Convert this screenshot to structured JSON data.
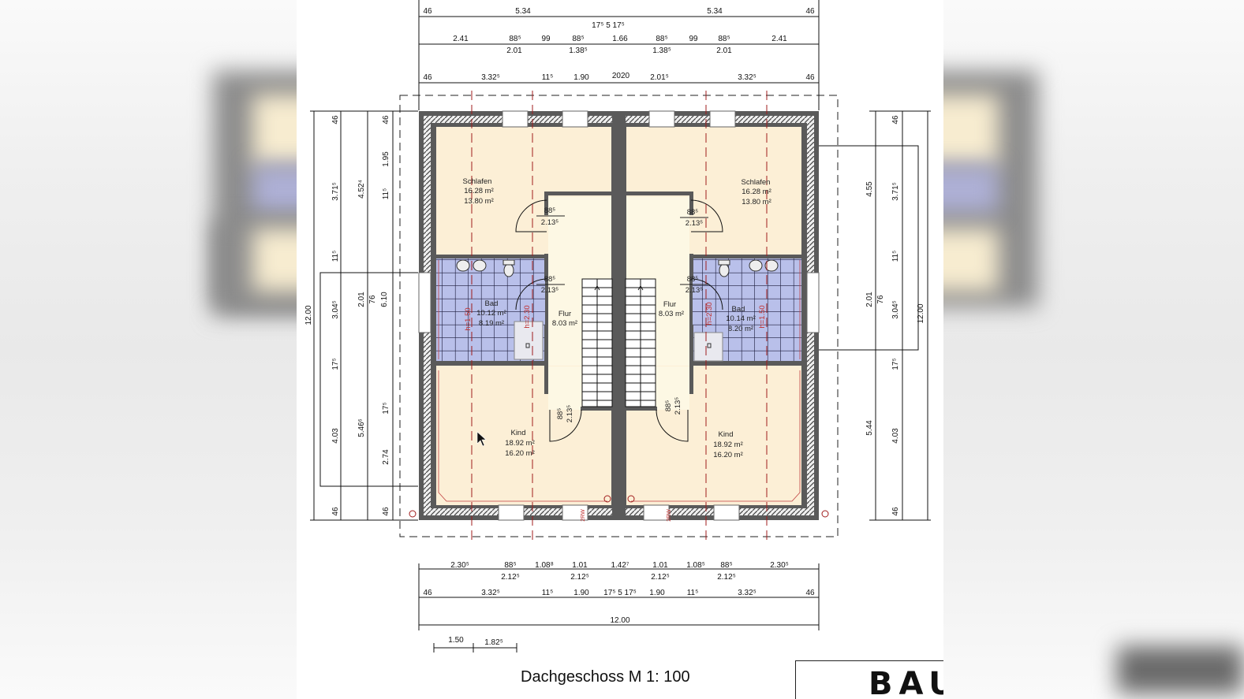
{
  "drawing": {
    "title": "Dachgeschoss M 1: 100",
    "stamp_text": "BAU",
    "colors": {
      "room_fill": "#fcefd6",
      "flur_fill": "#fdf8e4",
      "bath_fill": "#b9c0ea",
      "bath_grid": "#1a1a3a",
      "wall_outer": "#5a5a5a",
      "wall_insulation": "#e8e8e8",
      "axis_line": "#a01c1c",
      "dimension_line": "#111111"
    }
  },
  "dimensions": {
    "top_row1": [
      "46",
      "5.34",
      "17⁵",
      "5",
      "17⁵",
      "5.34",
      "46"
    ],
    "top_row2": [
      "2.41",
      "88⁵ / 2.01",
      "99",
      "88⁵ / 1.38⁵",
      "1.66",
      "88⁵ / 1.38⁵",
      "99",
      "88⁵ / 2.01",
      "2.41"
    ],
    "top_row3": [
      "46",
      "3.32⁵",
      "11⁵",
      "1.90",
      "20",
      "20",
      "2.01⁵",
      "3.32⁵",
      "46"
    ],
    "left_outer": [
      "12.00"
    ],
    "left_col1": [
      "46",
      "3.71⁵",
      "11⁵",
      "3.04⁵",
      "17⁵",
      "4.03",
      "46"
    ],
    "left_col2": [
      "4.52⁴",
      "2.01",
      "76",
      "5.46⁶"
    ],
    "left_col3": [
      "46",
      "1.95",
      "11⁵",
      "6.10",
      "17⁵",
      "2.74",
      "46"
    ],
    "right_col1": [
      "4.55",
      "2.01",
      "76",
      "5.44"
    ],
    "right_col2": [
      "46",
      "3.71⁵",
      "11⁵",
      "3.04⁵",
      "17⁵",
      "4.03",
      "46"
    ],
    "right_outer": [
      "12.00"
    ],
    "bottom_row1": [
      "2.30⁵",
      "88⁵ / 2.12⁵",
      "1.08⁸",
      "1.01 / 2.12⁵",
      "1.42⁷",
      "1.01 / 2.12⁵",
      "1.08⁵",
      "88⁵ / 2.12⁵",
      "2.30⁵"
    ],
    "bottom_row2": [
      "46",
      "3.32⁵",
      "11⁵",
      "1.90",
      "17⁵",
      "5",
      "17⁵",
      "1.90",
      "11⁵",
      "3.32⁵",
      "46"
    ],
    "bottom_row3": [
      "12.00"
    ],
    "bottom_row4": [
      "1.50",
      "1.82⁵"
    ]
  },
  "rooms": [
    {
      "name": "Schlafen",
      "area1": "16.28 m²",
      "area2": "13.80 m²",
      "side": "left"
    },
    {
      "name": "Bad",
      "area1": "10.12 m²",
      "area2": "8.19 m²",
      "side": "left"
    },
    {
      "name": "Flur",
      "area1": "8.03 m²",
      "side": "left"
    },
    {
      "name": "Kind",
      "area1": "18.92 m²",
      "area2": "16.20 m²",
      "side": "left"
    },
    {
      "name": "Schlafen",
      "area1": "16.28 m²",
      "area2": "13.80 m²",
      "side": "right"
    },
    {
      "name": "Bad",
      "area1": "10.14 m²",
      "area2": "8.20 m²",
      "side": "right"
    },
    {
      "name": "Flur",
      "area1": "8.03 m²",
      "side": "right"
    },
    {
      "name": "Kind",
      "area1": "18.92 m²",
      "area2": "16.20 m²",
      "side": "right"
    }
  ],
  "doors": {
    "width": "88⁵",
    "height": "2.13⁵"
  },
  "annotations": {
    "height_150": "h=1.50",
    "height_230": "h=2.30",
    "rw": "2RW"
  }
}
